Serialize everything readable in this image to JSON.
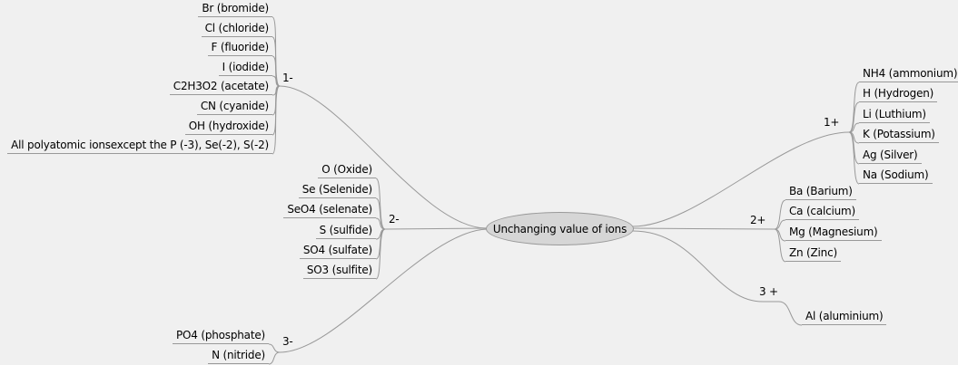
{
  "colors": {
    "background": "#f0f0f0",
    "edge": "#999999",
    "text": "#000000",
    "root_fill": "#d6d6d6",
    "root_border": "#999999"
  },
  "root": {
    "label": "Unchanging value of ions"
  },
  "branches": [
    {
      "label": "1-",
      "items": [
        "Br (bromide)",
        "Cl (chloride)",
        "F (fluoride)",
        "I (iodide)",
        "C2H3O2 (acetate)",
        "CN (cyanide)",
        "OH (hydroxide)",
        "All polyatomic ionsexcept the P (-3), Se(-2), S(-2)"
      ]
    },
    {
      "label": "2-",
      "items": [
        "O (Oxide)",
        "Se (Selenide)",
        "SeO4 (selenate)",
        "S (sulfide)",
        "SO4 (sulfate)",
        "SO3 (sulfite)"
      ]
    },
    {
      "label": "3-",
      "items": [
        "PO4 (phosphate)",
        "N (nitride)"
      ]
    },
    {
      "label": "1+",
      "items": [
        "NH4 (ammonium)",
        "H (Hydrogen)",
        "Li (Luthium)",
        "K (Potassium)",
        "Ag (Silver)",
        "Na (Sodium)"
      ]
    },
    {
      "label": "2+",
      "items": [
        "Ba (Barium)",
        "Ca (calcium)",
        "Mg (Magnesium)",
        "Zn (Zinc)"
      ]
    },
    {
      "label": "3 +",
      "items": [
        "Al (aluminium)"
      ]
    }
  ]
}
